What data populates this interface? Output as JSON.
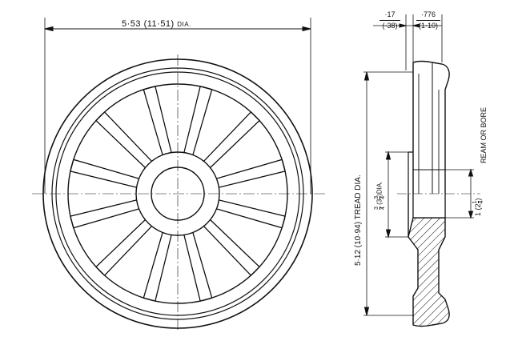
{
  "labels": {
    "outer_dia_value": "5·53 (11·51)",
    "outer_dia_suffix": "DIA.",
    "tread_dia": "5·12 (10·94) TREAD DIA.",
    "flange_width_top": "·17",
    "flange_width_bottom": "(·38)",
    "width_top": "·776",
    "width_bottom": "(1·10)",
    "hub_dia_a_num": "3",
    "hub_dia_a_den": "4",
    "hub_dia_b_open": "(",
    "hub_dia_b_num": "3",
    "hub_dia_b_den": "4",
    "hub_dia_b_whole": "3",
    "hub_dia_suffix": ")DIA.",
    "bore_whole": "1",
    "bore_open": "(",
    "bore_num": "1",
    "bore_den": "4",
    "bore_close": ")",
    "bore_whole_b": "2",
    "bore_note": "REAM OR BORE"
  },
  "colors": {
    "ink": "#111111",
    "paper": "#ffffff",
    "hatch": "#222222"
  }
}
